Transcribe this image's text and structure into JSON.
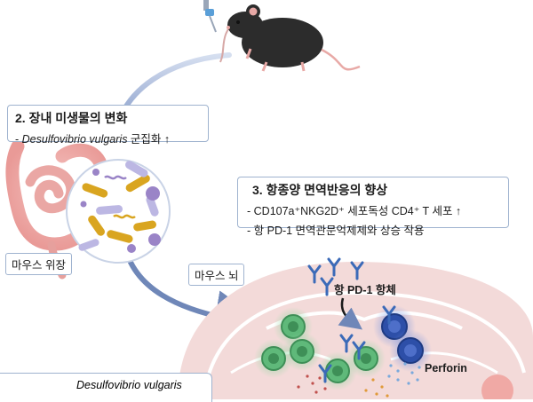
{
  "step2": {
    "title": "2. 장내 미생물의 변화",
    "line_prefix": "- ",
    "line_species": "Desulfovibrio vulgaris",
    "line_suffix": " 군집화 ↑"
  },
  "step3": {
    "title": "3. 항종양 면역반응의 향상",
    "line1": "- CD107a⁺NKG2D⁺ 세포독성 CD4⁺ T 세포 ↑",
    "line2": "- 항 PD-1 면역관문억제제와 상승 작용"
  },
  "labels": {
    "mouse_gut": "마우스 위장",
    "mouse_brain": "마우스 뇌",
    "anti_pd1": "항 PD-1 항체",
    "perforin": "Perforin"
  },
  "legend": {
    "bacterium": "Desulfovibrio vulgaris"
  },
  "colors": {
    "arrow": "#6f87b8",
    "bacteria_gold": "#d9a520",
    "bacteria_purple": "#9a84c7",
    "bacteria_lavender": "#bcb7e3",
    "tcell_green": "#5fb97a",
    "tcell_blue": "#2d4fa8",
    "antibody": "#3b6ab8",
    "brain_tissue": "#f3dad9"
  }
}
